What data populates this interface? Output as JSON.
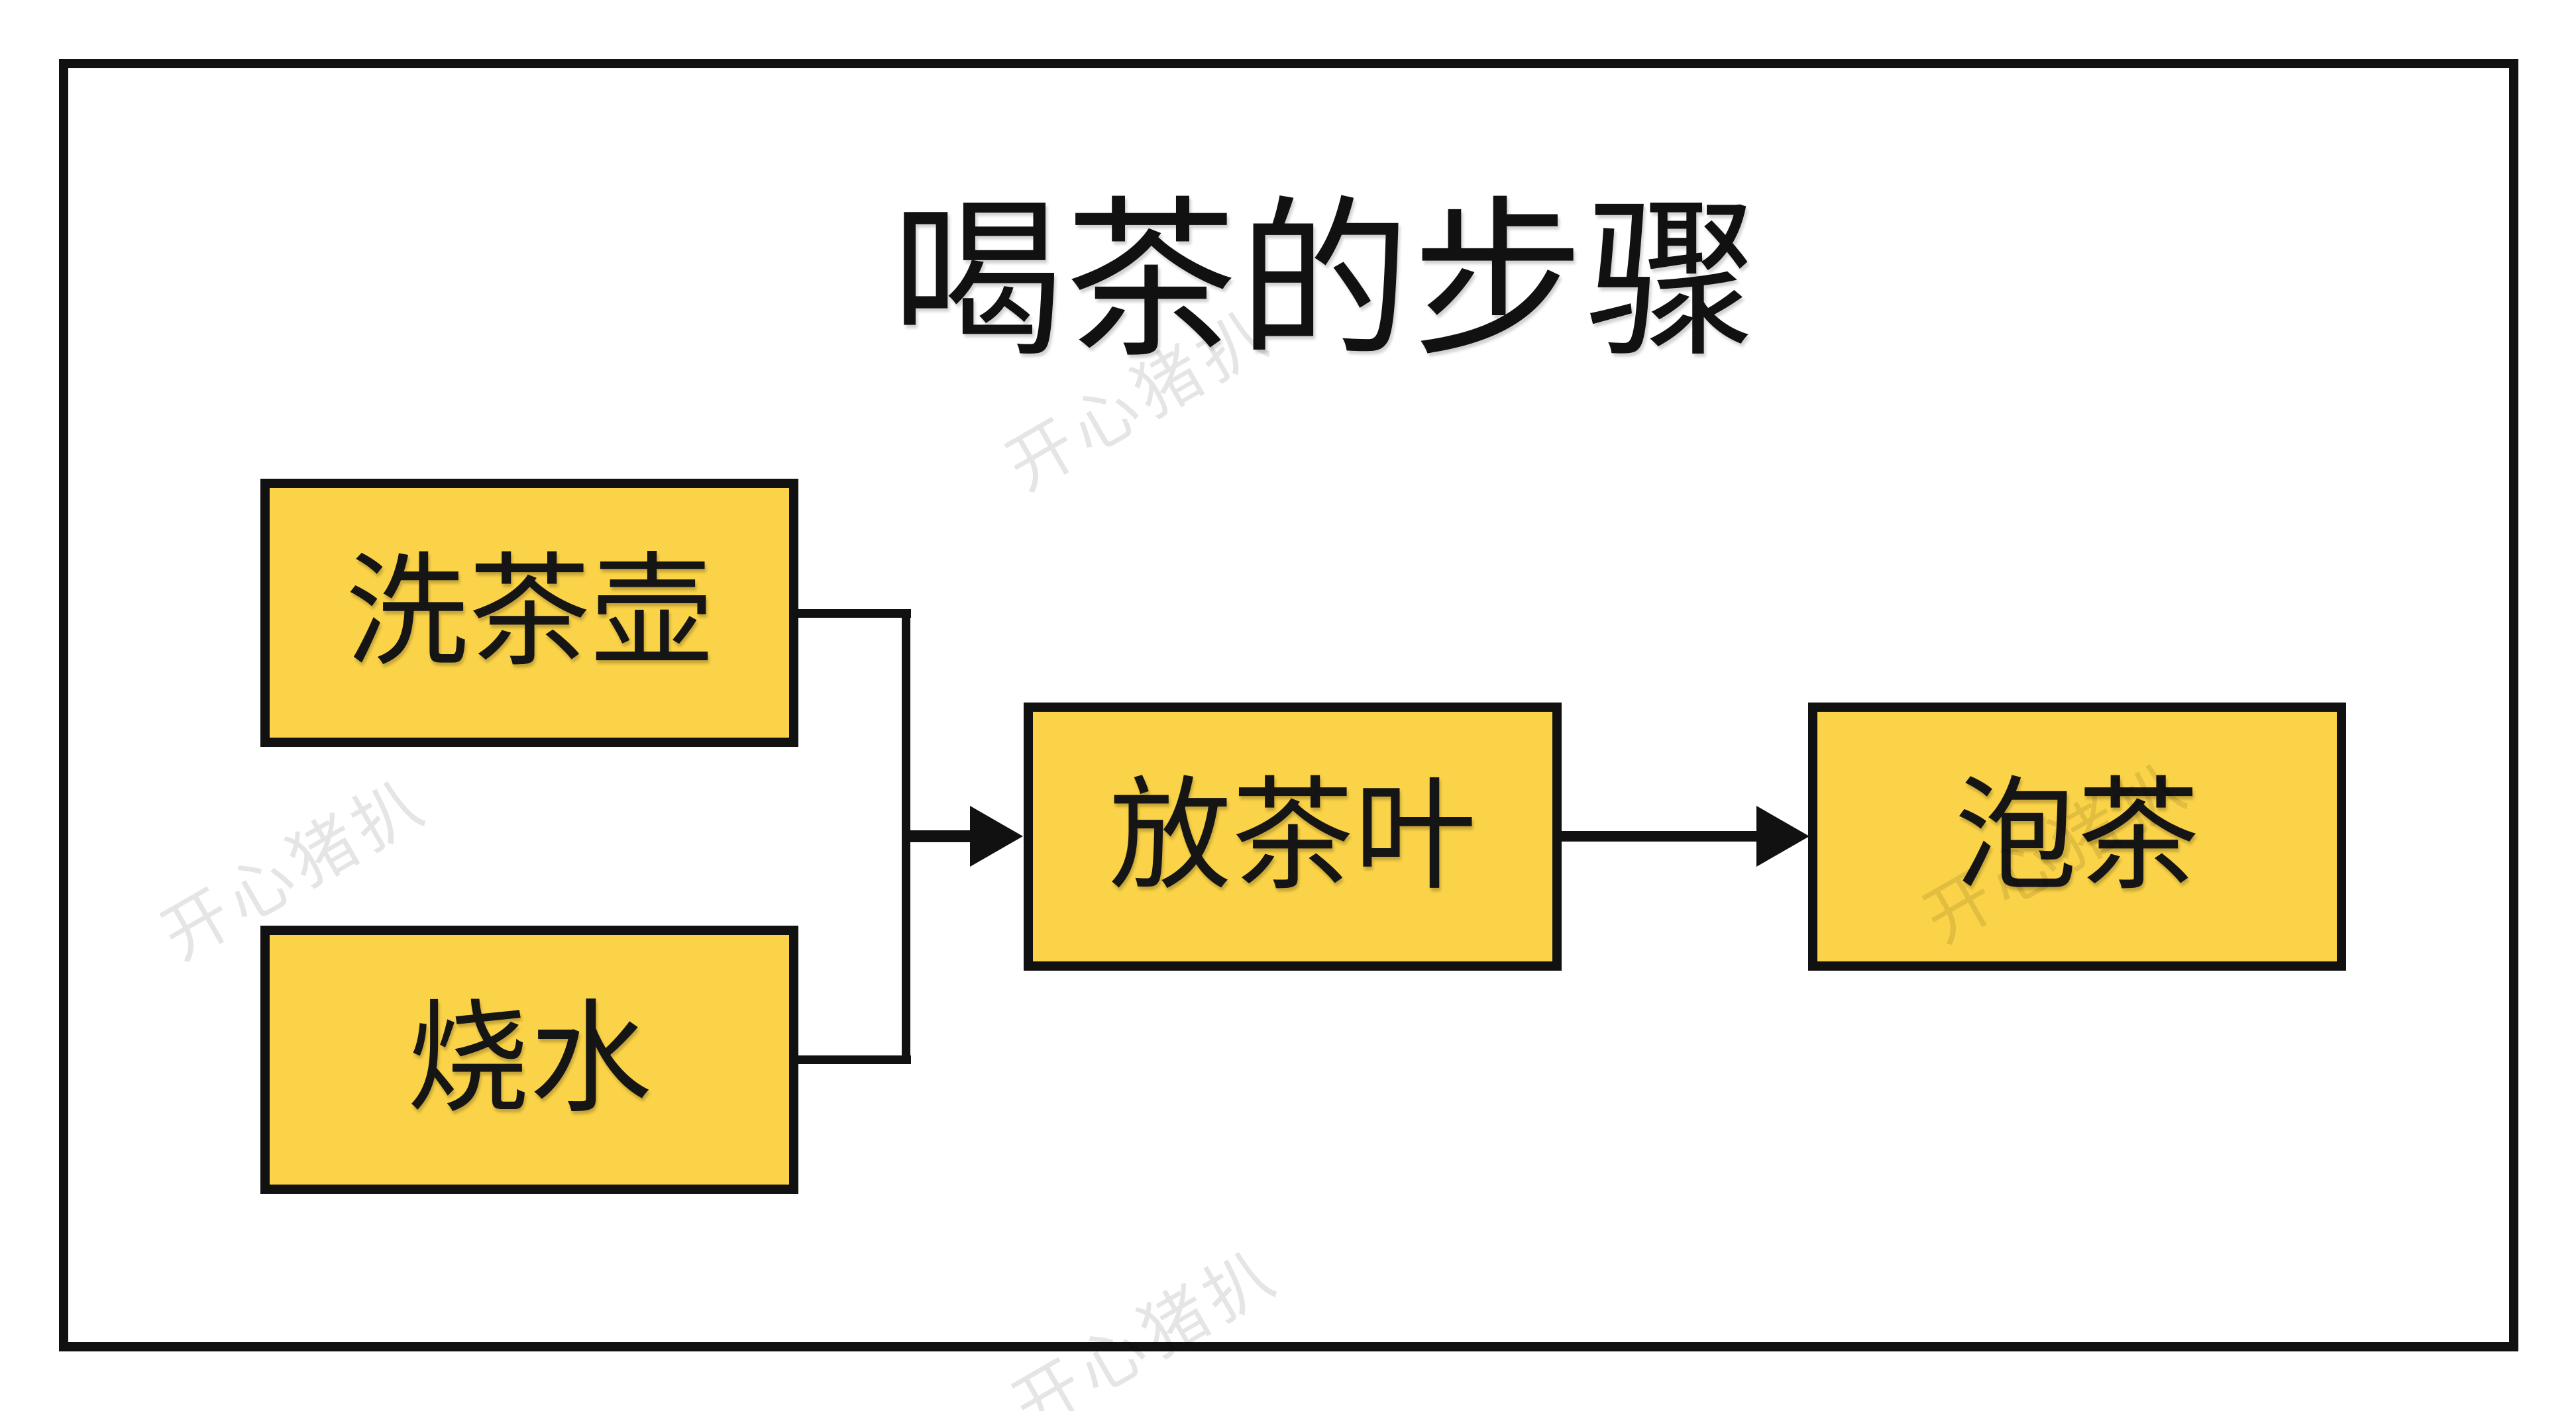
{
  "title": "喝茶的步骤",
  "watermark": {
    "text": "开心猪扒"
  },
  "diagram": {
    "type": "flowchart",
    "nodes": [
      {
        "id": "wash-teapot",
        "label": "洗茶壶"
      },
      {
        "id": "boil-water",
        "label": "烧水"
      },
      {
        "id": "add-tea-leaves",
        "label": "放茶叶"
      },
      {
        "id": "brew-tea",
        "label": "泡茶"
      }
    ],
    "edges": [
      {
        "from": "wash-teapot",
        "to": "add-tea-leaves",
        "style": "merge-then-arrow"
      },
      {
        "from": "boil-water",
        "to": "add-tea-leaves",
        "style": "merge-then-arrow"
      },
      {
        "from": "add-tea-leaves",
        "to": "brew-tea",
        "style": "arrow"
      }
    ]
  },
  "colors": {
    "background": "#FFFFFF",
    "node_fill": "#FBD348",
    "node_border": "#111111",
    "line": "#111111",
    "text": "#111111",
    "watermark": "#E6E6E6"
  }
}
